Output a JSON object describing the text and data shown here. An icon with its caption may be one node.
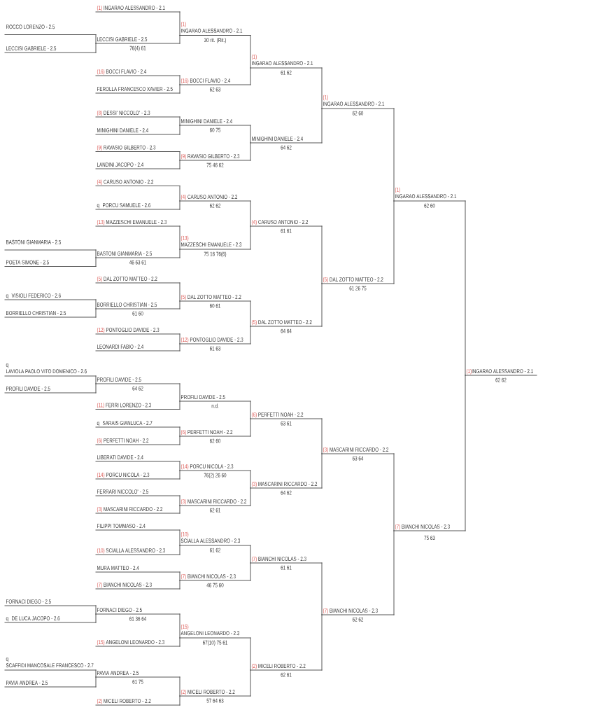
{
  "diagram": {
    "nodes": [
      {
        "text": [
          "ROCCO LORENZO - 2.5"
        ]
      },
      {
        "text": [
          "LECCISI GABRIELE - 2.5"
        ]
      },
      {
        "text": [
          "BASTONI GIANMARIA - 2.5"
        ]
      },
      {
        "text": [
          "POETA SIMONE - 2.5"
        ]
      },
      {
        "text": [
          "q",
          "VISIOLI FEDERICO - 2.6"
        ]
      },
      {
        "text": [
          "BORRIELLO CHRISTIAN - 2.5"
        ]
      },
      {
        "text": [
          "q",
          "LAVIOLA PAOLO VITO DOMENICO - 2.6"
        ]
      },
      {
        "text": [
          "PROFILI DAVIDE - 2.5"
        ]
      },
      {
        "text": [
          "FORNACI DIEGO - 2.5"
        ]
      },
      {
        "text": [
          "q",
          "DE LUCA JACOPO - 2.6"
        ]
      },
      {
        "text": [
          "q",
          "SCAFFIDI MANCOSALE FRANCESCO - 2.7"
        ]
      },
      {
        "text": [
          "PAVIA ANDREA - 2.5"
        ]
      },
      {
        "text": [
          "(1)",
          "INGARAO ALESSANDRO - 2.1"
        ]
      },
      {
        "text": [
          "LECCISI GABRIELE - 2.5"
        ],
        "beside": [
          "76(4) 61"
        ]
      },
      {
        "text": [
          "(16)",
          "BOCCI FLAVIO - 2.4"
        ]
      },
      {
        "text": [
          "FEROLLA FRANCESCO XAVIER - 2.5"
        ]
      },
      {
        "text": [
          "(8)",
          "DESSI' NICCOLO' - 2.3"
        ]
      },
      {
        "text": [
          "MINIGHINI DANIELE - 2.4"
        ]
      },
      {
        "text": [
          "(9)",
          "RAVASIO GILBERTO - 2.3"
        ]
      },
      {
        "text": [
          "LANDINI JACOPO - 2.4"
        ]
      },
      {
        "text": [
          "(4)",
          "CARUSO ANTONIO - 2.2"
        ]
      },
      {
        "text": [
          "q",
          "PORCU SAMUELE - 2.6"
        ]
      },
      {
        "text": [
          "(13)",
          "MAZZESCHI EMANUELE - 2.3"
        ]
      },
      {
        "text": [
          "BASTONI GIANMARIA - 2.5"
        ],
        "beside": [
          "46 63 61"
        ]
      },
      {
        "text": [
          "(5)",
          "DAL ZOTTO MATTEO - 2.2"
        ]
      },
      {
        "text": [
          "BORRIELLO CHRISTIAN - 2.5"
        ],
        "beside": [
          "61 60"
        ]
      },
      {
        "text": [
          "(12)",
          "PONTOGLIO DAVIDE - 2.3"
        ]
      },
      {
        "text": [
          "LEONARDI FABIO - 2.4"
        ]
      },
      {
        "text": [
          "PROFILI DAVIDE - 2.5"
        ],
        "beside": [
          "64 62"
        ]
      },
      {
        "text": [
          "(11)",
          "FERRI LORENZO - 2.3"
        ]
      },
      {
        "text": [
          "q",
          "SARAIS GIANLUCA - 2.7"
        ]
      },
      {
        "text": [
          "(6)",
          "PERFETTI NOAH - 2.2"
        ]
      },
      {
        "text": [
          "LIBERATI DAVIDE - 2.4"
        ]
      },
      {
        "text": [
          "(14)",
          "PORCU NICOLA - 2.3"
        ]
      },
      {
        "text": [
          "FERRARI NICCOLO' - 2.5"
        ]
      },
      {
        "text": [
          "(3)",
          "MASCARINI RICCARDO - 2.2"
        ]
      },
      {
        "text": [
          "FILIPPI TOMMASO - 2.4"
        ]
      },
      {
        "text": [
          "(10)",
          "SCIALLA ALESSANDRO - 2.3"
        ]
      },
      {
        "text": [
          "MURA MATTEO - 2.4"
        ]
      },
      {
        "text": [
          "(7)",
          "BIANCHI NICOLAS - 2.3"
        ]
      },
      {
        "text": [
          "FORNACI DIEGO - 2.5"
        ],
        "beside": [
          "61 36 64"
        ]
      },
      {
        "text": [
          "(15)",
          "ANGELONI LEONARDO - 2.3"
        ]
      },
      {
        "text": [
          "PAVIA ANDREA - 2.5"
        ],
        "beside": [
          "61 75"
        ]
      },
      {
        "text": [
          "(2)",
          "MICELI ROBERTO - 2.2"
        ]
      },
      {
        "text": [
          "(1)",
          "INGARAO ALESSANDRO - 2.1"
        ],
        "beside": [
          "30 rit. (Rit.)"
        ]
      },
      {
        "text": [
          "(16)",
          "BOCCI FLAVIO - 2.4"
        ],
        "beside": [
          "62 63"
        ]
      },
      {
        "text": [
          "MINIGHINI DANIELE - 2.4"
        ],
        "beside": [
          "60 75"
        ]
      },
      {
        "text": [
          "(9)",
          "RAVASIO GILBERTO - 2.3"
        ],
        "beside": [
          "75 46 62"
        ]
      },
      {
        "text": [
          "(4)",
          "CARUSO ANTONIO - 2.2"
        ],
        "beside": [
          "62 62"
        ]
      },
      {
        "text": [
          "(13)",
          "MAZZESCHI EMANUELE - 2.3"
        ],
        "beside": [
          "75 16 76(6)"
        ]
      },
      {
        "text": [
          "(5)",
          "DAL ZOTTO MATTEO - 2.2"
        ],
        "beside": [
          "60 61"
        ]
      },
      {
        "text": [
          "(12)",
          "PONTOGLIO DAVIDE - 2.3"
        ],
        "beside": [
          "61 63"
        ]
      },
      {
        "text": [
          "PROFILI DAVIDE - 2.5"
        ],
        "beside": [
          "n.d."
        ]
      },
      {
        "text": [
          "(6)",
          "PERFETTI NOAH - 2.2"
        ],
        "beside": [
          "62 60"
        ]
      },
      {
        "text": [
          "(14)",
          "PORCU NICOLA - 2.3"
        ],
        "beside": [
          "76(2) 26 60"
        ]
      },
      {
        "text": [
          "(3)",
          "MASCARINI RICCARDO - 2.2"
        ],
        "beside": [
          "62 61"
        ]
      },
      {
        "text": [
          "(10)",
          "SCIALLA ALESSANDRO - 2.3"
        ],
        "beside": [
          "61 62"
        ]
      },
      {
        "text": [
          "(7)",
          "BIANCHI NICOLAS - 2.3"
        ],
        "beside": [
          "46 75 60"
        ]
      },
      {
        "text": [
          "(15)",
          "ANGELONI LEONARDO - 2.3"
        ],
        "beside": [
          "67(10) 75 61"
        ]
      },
      {
        "text": [
          "(2)",
          "MICELI ROBERTO - 2.2"
        ],
        "beside": [
          "57 64 63"
        ]
      },
      {
        "text": [
          "(1)",
          "INGARAO ALESSANDRO - 2.1"
        ],
        "beside": [
          "61 62"
        ]
      },
      {
        "text": [
          "MINIGHINI DANIELE - 2.4"
        ],
        "beside": [
          "64 62"
        ]
      },
      {
        "text": [
          "(4)",
          "CARUSO ANTONIO - 2.2"
        ],
        "beside": [
          "61 61"
        ]
      },
      {
        "text": [
          "(5)",
          "DAL ZOTTO MATTEO - 2.2"
        ],
        "beside": [
          "64 64"
        ]
      },
      {
        "text": [
          "(6)",
          "PERFETTI NOAH - 2.2"
        ],
        "beside": [
          "63 61"
        ]
      },
      {
        "text": [
          "(3)",
          "MASCARINI RICCARDO - 2.2"
        ],
        "beside": [
          "64 62"
        ]
      },
      {
        "text": [
          "(7)",
          "BIANCHI NICOLAS - 2.3"
        ],
        "beside": [
          "61 61"
        ]
      },
      {
        "text": [
          "(2)",
          "MICELI ROBERTO - 2.2"
        ],
        "beside": [
          "62 61"
        ]
      },
      {
        "text": [
          "(1)",
          "INGARAO ALESSANDRO - 2.1"
        ],
        "beside": [
          "62 60"
        ]
      },
      {
        "text": [
          "(5)",
          "DAL ZOTTO MATTEO - 2.2"
        ],
        "beside": [
          "61 26 75"
        ]
      },
      {
        "text": [
          "(3)",
          "MASCARINI RICCARDO - 2.2"
        ],
        "beside": [
          "63 64"
        ]
      },
      {
        "text": [
          "(7)",
          "BIANCHI NICOLAS - 2.3"
        ],
        "beside": [
          "62 62"
        ]
      },
      {
        "text": [
          "(1)",
          "INGARAO ALESSANDRO - 2.1"
        ],
        "beside": [
          "62 60"
        ]
      },
      {
        "text": [
          "(7)",
          "BIANCHI NICOLAS - 2.3"
        ],
        "beside": [
          "75 63"
        ]
      },
      {
        "text": [
          "(1)",
          "INGARAO ALESSANDRO - 2.1"
        ],
        "beside": [
          "62 62"
        ]
      }
    ],
    "edges": [
      {
        "from": 0,
        "to": 13,
        "arrow": "none"
      },
      {
        "from": 1,
        "to": 13,
        "arrow": "none"
      },
      {
        "from": 2,
        "to": 23,
        "arrow": "none"
      },
      {
        "from": 3,
        "to": 23,
        "arrow": "none"
      },
      {
        "from": 4,
        "to": 25,
        "arrow": "none"
      },
      {
        "from": 5,
        "to": 25,
        "arrow": "none"
      },
      {
        "from": 6,
        "to": 28,
        "arrow": "none"
      },
      {
        "from": 7,
        "to": 28,
        "arrow": "none"
      },
      {
        "from": 8,
        "to": 40,
        "arrow": "none"
      },
      {
        "from": 9,
        "to": 40,
        "arrow": "none"
      },
      {
        "from": 10,
        "to": 42,
        "arrow": "none"
      },
      {
        "from": 11,
        "to": 42,
        "arrow": "none"
      },
      {
        "from": 12,
        "to": 44,
        "arrow": "none"
      },
      {
        "from": 13,
        "to": 44,
        "arrow": "none"
      },
      {
        "from": 14,
        "to": 45,
        "arrow": "none"
      },
      {
        "from": 15,
        "to": 45,
        "arrow": "none"
      },
      {
        "from": 16,
        "to": 46,
        "arrow": "none"
      },
      {
        "from": 17,
        "to": 46,
        "arrow": "none"
      },
      {
        "from": 18,
        "to": 47,
        "arrow": "none"
      },
      {
        "from": 19,
        "to": 47,
        "arrow": "none"
      },
      {
        "from": 20,
        "to": 48,
        "arrow": "none"
      },
      {
        "from": 21,
        "to": 48,
        "arrow": "none"
      },
      {
        "from": 22,
        "to": 49,
        "arrow": "none"
      },
      {
        "from": 23,
        "to": 49,
        "arrow": "none"
      },
      {
        "from": 24,
        "to": 50,
        "arrow": "none"
      },
      {
        "from": 25,
        "to": 50,
        "arrow": "none"
      },
      {
        "from": 26,
        "to": 51,
        "arrow": "none"
      },
      {
        "from": 27,
        "to": 51,
        "arrow": "none"
      },
      {
        "from": 28,
        "to": 52,
        "arrow": "none"
      },
      {
        "from": 29,
        "to": 52,
        "arrow": "none"
      },
      {
        "from": 30,
        "to": 53,
        "arrow": "none"
      },
      {
        "from": 31,
        "to": 53,
        "arrow": "none"
      },
      {
        "from": 32,
        "to": 54,
        "arrow": "none"
      },
      {
        "from": 33,
        "to": 54,
        "arrow": "none"
      },
      {
        "from": 34,
        "to": 55,
        "arrow": "none"
      },
      {
        "from": 35,
        "to": 55,
        "arrow": "none"
      },
      {
        "from": 36,
        "to": 56,
        "arrow": "none"
      },
      {
        "from": 37,
        "to": 56,
        "arrow": "none"
      },
      {
        "from": 38,
        "to": 57,
        "arrow": "none"
      },
      {
        "from": 39,
        "to": 57,
        "arrow": "none"
      },
      {
        "from": 40,
        "to": 58,
        "arrow": "none"
      },
      {
        "from": 41,
        "to": 58,
        "arrow": "none"
      },
      {
        "from": 42,
        "to": 59,
        "arrow": "none"
      },
      {
        "from": 43,
        "to": 59,
        "arrow": "none"
      },
      {
        "from": 44,
        "to": 60,
        "arrow": "none"
      },
      {
        "from": 45,
        "to": 60,
        "arrow": "none"
      },
      {
        "from": 46,
        "to": 61,
        "arrow": "none"
      },
      {
        "from": 47,
        "to": 61,
        "arrow": "none"
      },
      {
        "from": 48,
        "to": 62,
        "arrow": "none"
      },
      {
        "from": 49,
        "to": 62,
        "arrow": "none"
      },
      {
        "from": 50,
        "to": 63,
        "arrow": "none"
      },
      {
        "from": 51,
        "to": 63,
        "arrow": "none"
      },
      {
        "from": 52,
        "to": 64,
        "arrow": "none"
      },
      {
        "from": 53,
        "to": 64,
        "arrow": "none"
      },
      {
        "from": 54,
        "to": 65,
        "arrow": "none"
      },
      {
        "from": 55,
        "to": 65,
        "arrow": "none"
      },
      {
        "from": 56,
        "to": 66,
        "arrow": "none"
      },
      {
        "from": 57,
        "to": 66,
        "arrow": "none"
      },
      {
        "from": 58,
        "to": 67,
        "arrow": "none"
      },
      {
        "from": 59,
        "to": 67,
        "arrow": "none"
      },
      {
        "from": 60,
        "to": 68,
        "arrow": "none"
      },
      {
        "from": 61,
        "to": 68,
        "arrow": "none"
      },
      {
        "from": 62,
        "to": 69,
        "arrow": "none"
      },
      {
        "from": 63,
        "to": 69,
        "arrow": "none"
      },
      {
        "from": 64,
        "to": 70,
        "arrow": "none"
      },
      {
        "from": 65,
        "to": 70,
        "arrow": "none"
      },
      {
        "from": 66,
        "to": 71,
        "arrow": "none"
      },
      {
        "from": 67,
        "to": 71,
        "arrow": "none"
      },
      {
        "from": 68,
        "to": 72,
        "arrow": "none"
      },
      {
        "from": 69,
        "to": 72,
        "arrow": "none"
      },
      {
        "from": 70,
        "to": 73,
        "arrow": "none"
      },
      {
        "from": 71,
        "to": 73,
        "arrow": "none"
      },
      {
        "from": 72,
        "to": 74,
        "arrow": "none"
      },
      {
        "from": 73,
        "to": 74,
        "arrow": "none"
      }
    ]
  }
}
